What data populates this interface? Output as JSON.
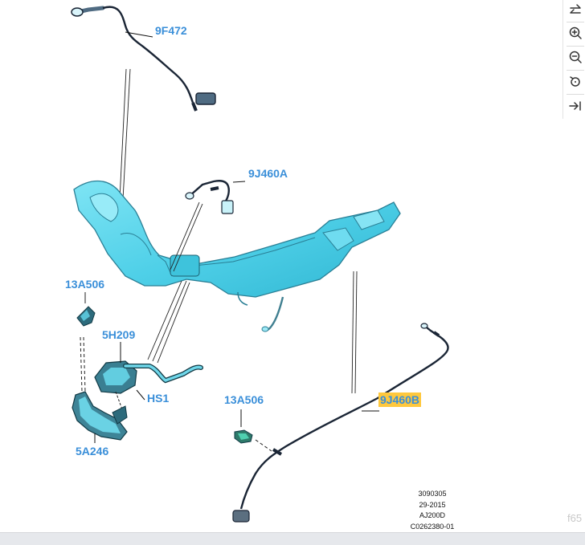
{
  "callouts": {
    "oxygen_sensor_upstream": "9F472",
    "sensor_9j460a": "9J460A",
    "bracket_left": "13A506",
    "bracket_lower": "13A506",
    "part_5h209": "5H209",
    "clamp_hs1": "HS1",
    "bracket_5a246": "5A246",
    "sensor_9j460b": "9J460B"
  },
  "stamp": {
    "line1": "3090305",
    "line2": "29-2015",
    "line3": "AJ200D",
    "line4": "C0262380-01"
  },
  "edge_text": "f65",
  "toolbar": {
    "icons": [
      "swap-icon",
      "zoom-in-icon",
      "zoom-out-icon",
      "rotate-icon",
      "collapse-icon"
    ]
  },
  "colors": {
    "callout": "#3a8fd9",
    "highlight": "#ffc83d",
    "part_fill": "#5ad6ec",
    "part_edge": "#2a7f95",
    "sensor_wire": "#1a2535"
  }
}
